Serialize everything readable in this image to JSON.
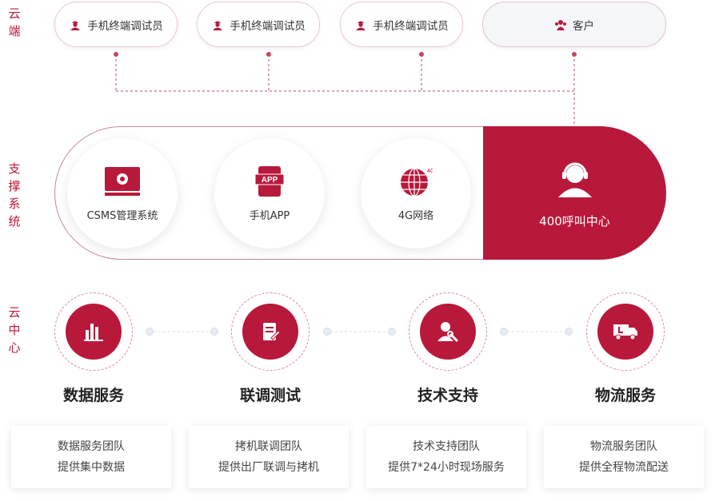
{
  "rows": {
    "cloud_end": "云端",
    "support_system": "支撑系统",
    "cloud_center": "云中心"
  },
  "top_nodes": [
    {
      "label": "手机终端调试员",
      "icon": "user-worker-icon"
    },
    {
      "label": "手机终端调试员",
      "icon": "user-worker-icon"
    },
    {
      "label": "手机终端调试员",
      "icon": "user-worker-icon"
    },
    {
      "label": "客户",
      "icon": "group-users-icon"
    }
  ],
  "support_items": [
    {
      "label": "CSMS管理系统",
      "icon": "monitor-gear-icon"
    },
    {
      "label": "手机APP",
      "icon": "phone-app-icon",
      "icon_text": "APP"
    },
    {
      "label": "4G网络",
      "icon": "globe-4g-icon",
      "icon_text": "4G"
    }
  ],
  "call_center": {
    "label": "400呼叫中心",
    "icon": "headset-agent-icon"
  },
  "services": [
    {
      "title": "数据服务",
      "icon": "bar-chart-icon",
      "line1": "数据服务团队",
      "line2": "提供集中数据"
    },
    {
      "title": "联调测试",
      "icon": "document-edit-icon",
      "line1": "拷机联调团队",
      "line2": "提供出厂联调与拷机"
    },
    {
      "title": "技术支持",
      "icon": "support-wrench-icon",
      "line1": "技术支持团队",
      "line2": "提供7*24小时现场服务"
    },
    {
      "title": "物流服务",
      "icon": "delivery-truck-icon",
      "line1": "物流服务团队",
      "line2": "提供全程物流配送"
    }
  ],
  "colors": {
    "accent": "#b8193b",
    "connector": "#c2485f"
  }
}
